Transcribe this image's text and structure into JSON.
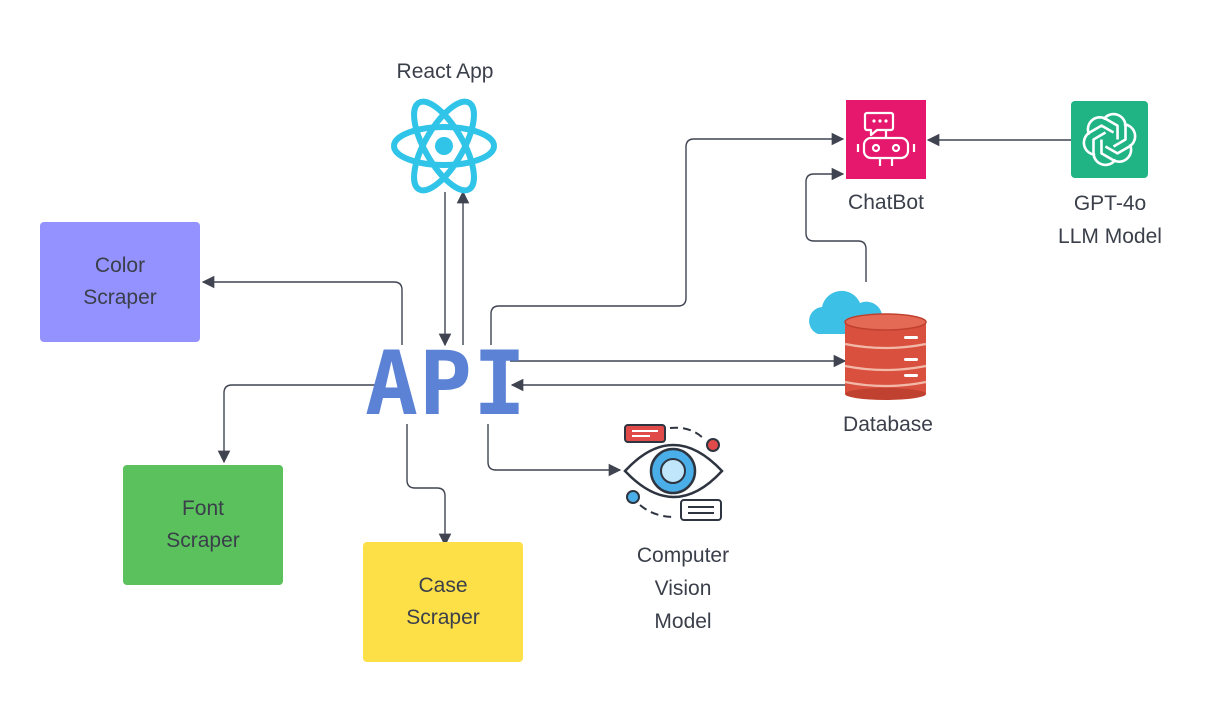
{
  "nodes": {
    "react_app": {
      "label": "React App"
    },
    "api": {
      "label": "API"
    },
    "color_scraper": {
      "line1": "Color",
      "line2": "Scraper",
      "fill": "#9492ff"
    },
    "font_scraper": {
      "line1": "Font",
      "line2": "Scraper",
      "fill": "#5ac15c"
    },
    "case_scraper": {
      "line1": "Case",
      "line2": "Scraper",
      "fill": "#fde047"
    },
    "computer_vision": {
      "line1": "Computer",
      "line2": "Vision",
      "line3": "Model"
    },
    "chatbot": {
      "label": "ChatBot",
      "fill": "#e5186d"
    },
    "gpt": {
      "line1": "GPT-4o",
      "line2": "LLM Model",
      "fill": "#20b383"
    },
    "database": {
      "label": "Database"
    }
  },
  "colors": {
    "api_text": "#5b82d4",
    "react_icon": "#2fc4e8",
    "arrow": "#3f4450",
    "db_body": "#d9503f",
    "cloud": "#3cc0e6"
  },
  "icons": [
    "react-icon",
    "api-text",
    "chatbot-icon",
    "openai-icon",
    "database-icon",
    "cloud-icon",
    "eye-icon"
  ]
}
